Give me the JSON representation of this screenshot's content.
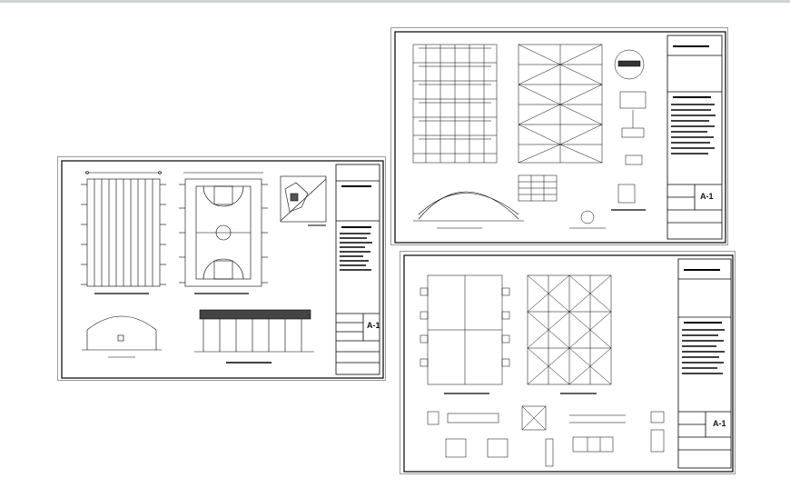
{
  "sheets": [
    {
      "sheet_label": "A-1"
    },
    {
      "sheet_label": "A-1"
    },
    {
      "sheet_label": "A-1"
    }
  ]
}
